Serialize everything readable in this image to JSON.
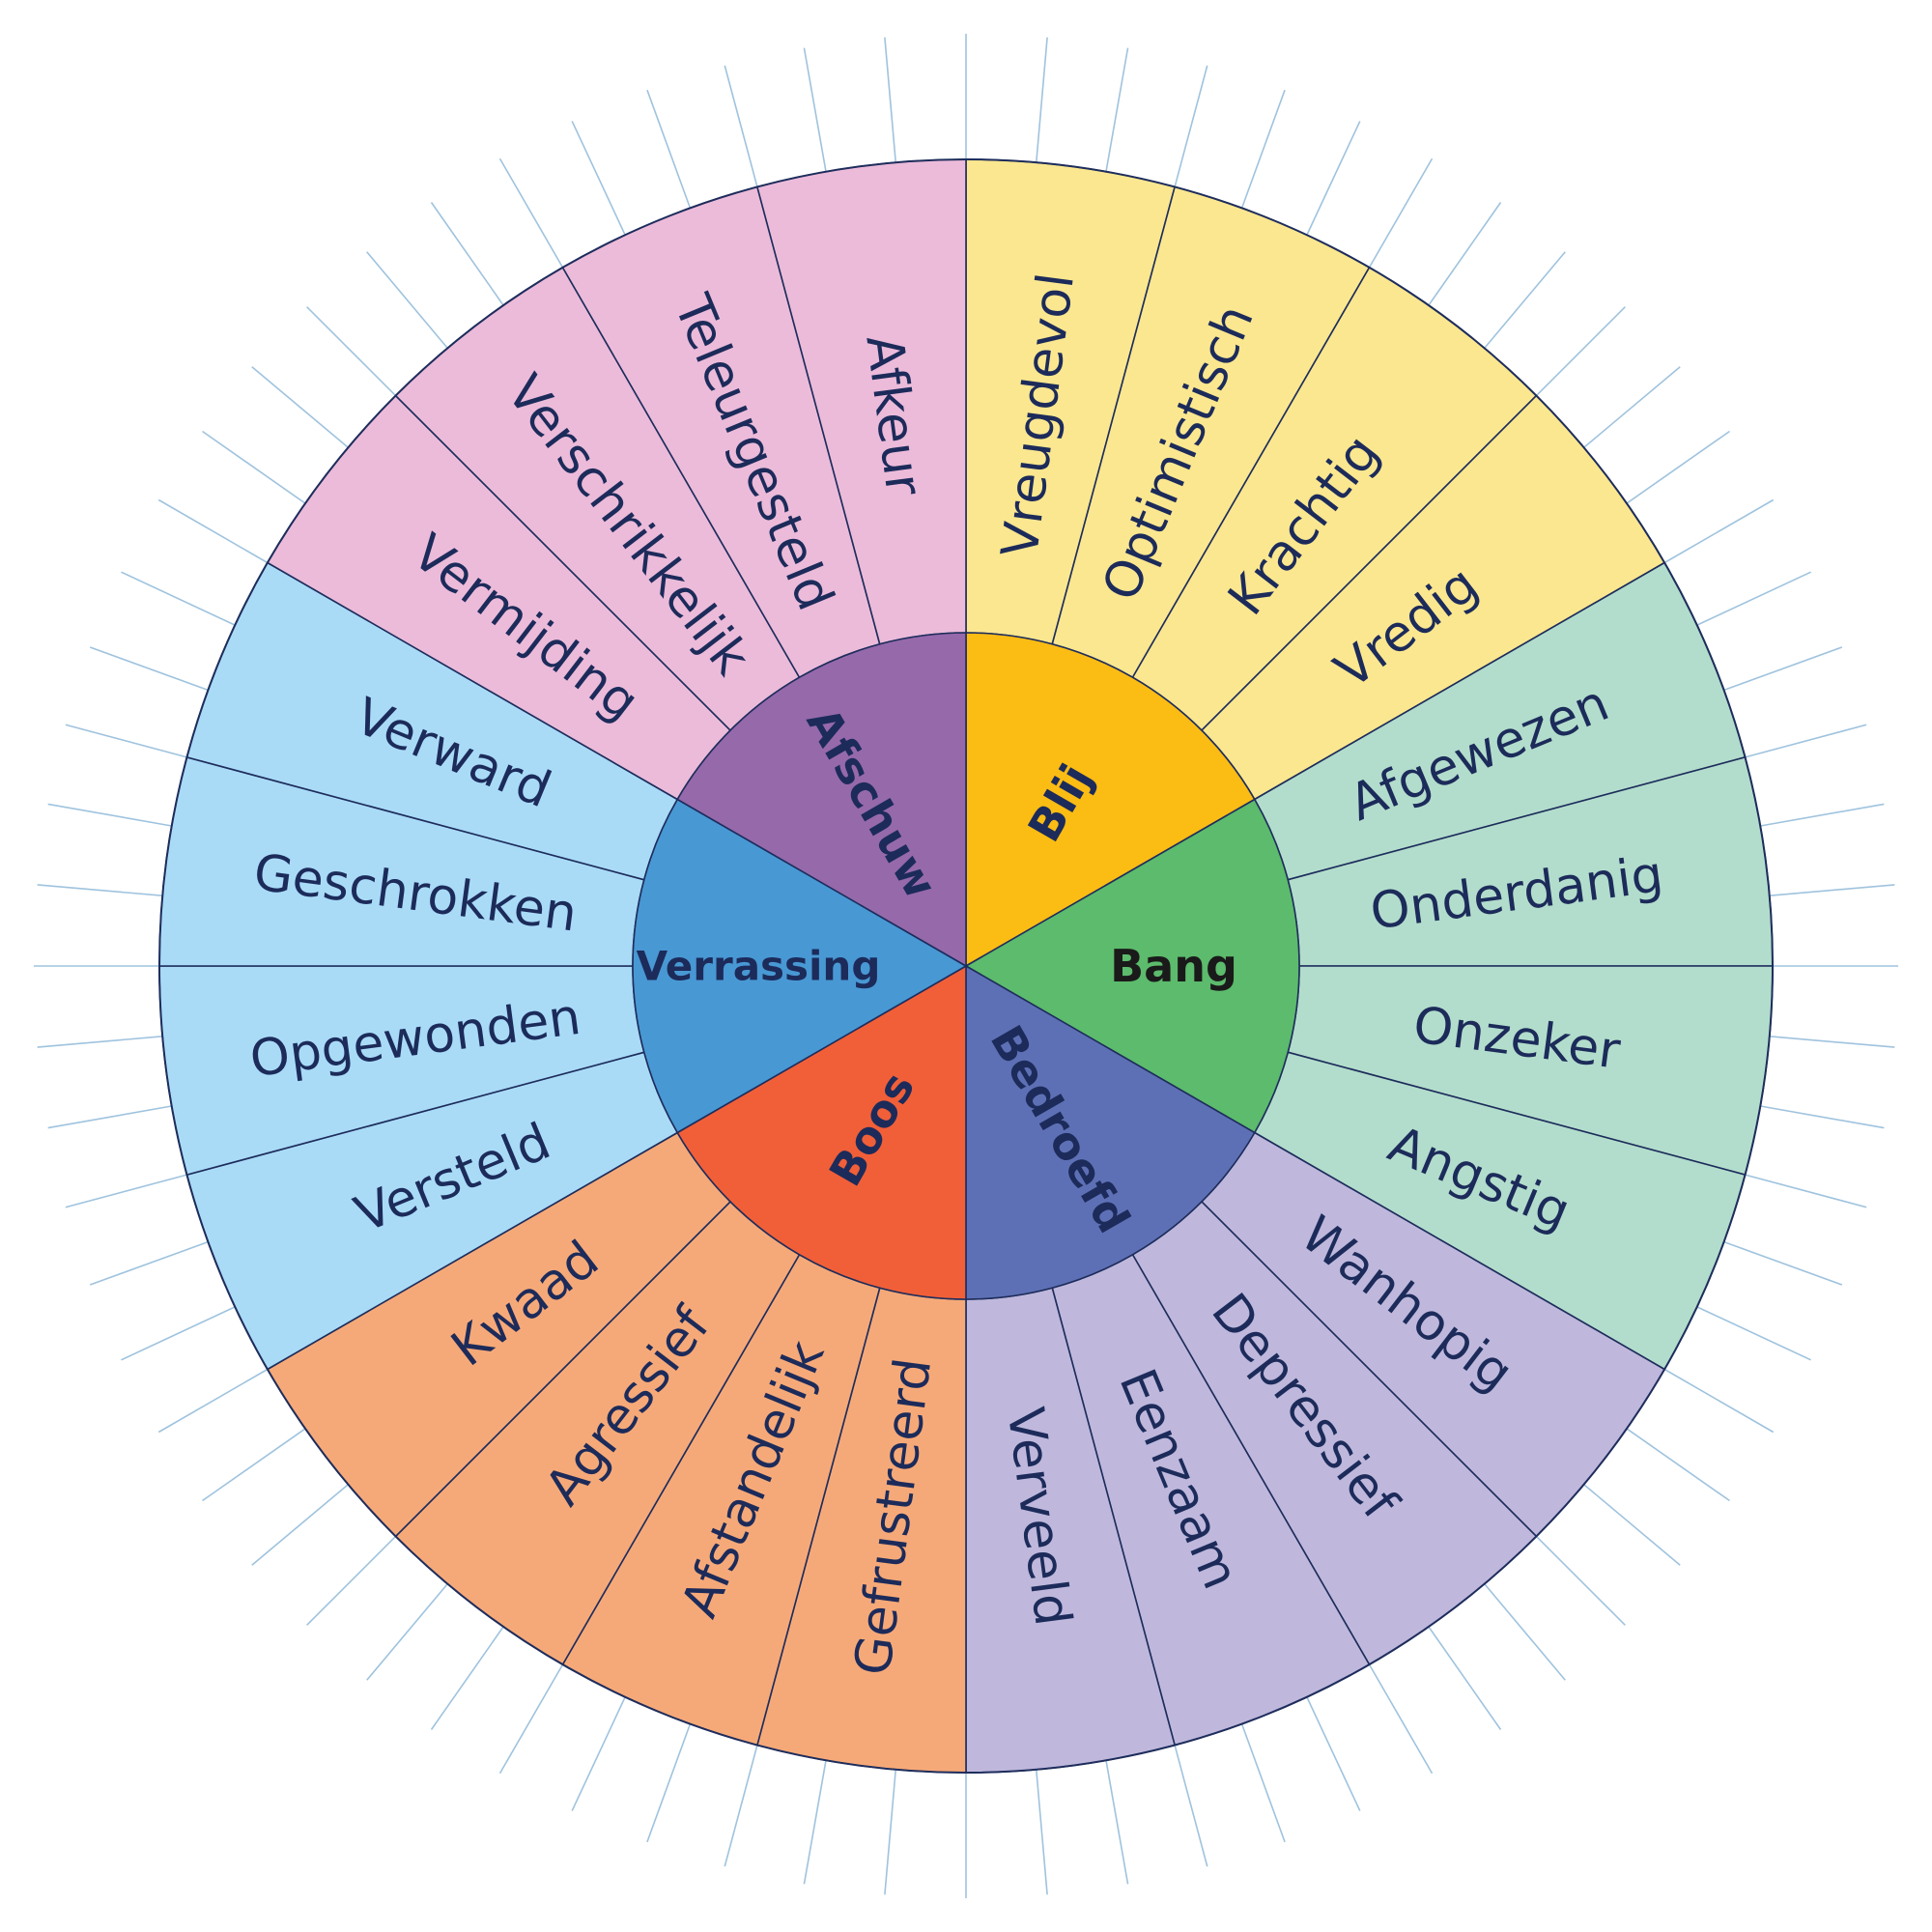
{
  "colors": {
    "stroke": "#1e2d5c",
    "ray": "#9fc3de",
    "text": "#1c2b5a"
  },
  "cores": [
    {
      "label": "Blij",
      "color": "#fbbc14",
      "outer_color": "#fbe78f",
      "text_color": "#1c2b5a",
      "words": [
        "Vreugdevol",
        "Optimistisch",
        "Krachtig",
        "Vredig"
      ]
    },
    {
      "label": "Bang",
      "color": "#5cbb6c",
      "outer_color": "#b2ddcc",
      "text_color": "#1a1a1a",
      "words": [
        "Afgewezen",
        "Onderdanig",
        "Onzeker",
        "Angstig"
      ]
    },
    {
      "label": "Bedroefd",
      "color": "#5e70b5",
      "outer_color": "#bfb8dc",
      "text_color": "#1c2b5a",
      "words": [
        "Wanhopig",
        "Depressief",
        "Eenzaam",
        "Verveeld"
      ]
    },
    {
      "label": "Boos",
      "color": "#f15f38",
      "outer_color": "#f6a978",
      "text_color": "#1c2b5a",
      "words": [
        "Gefrustreerd",
        "Afstandelijk",
        "Agressief",
        "Kwaad"
      ]
    },
    {
      "label": "Verrassing",
      "color": "#4898d4",
      "outer_color": "#a9dbf7",
      "text_color": "#1c2b5a",
      "words": [
        "Versteld",
        "Opgewonden",
        "Geschrokken",
        "Verward"
      ]
    },
    {
      "label": "Afschuw",
      "color": "#9669ab",
      "outer_color": "#ecbbda",
      "text_color": "#1c2b5a",
      "words": [
        "Vermijding",
        "Verschrikkelijk",
        "Teleurgesteld",
        "Afkeur"
      ]
    }
  ]
}
